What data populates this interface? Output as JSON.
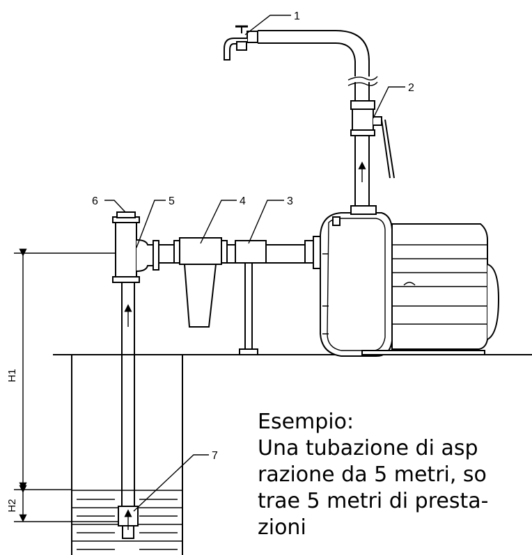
{
  "callouts": [
    "1",
    "2",
    "3",
    "4",
    "5",
    "6",
    "7"
  ],
  "dimensions": {
    "h1": "H1",
    "h2": "H2"
  },
  "example": {
    "title": "Esempio:",
    "lines": [
      "Una tubazione di asp",
      "razione da 5 metri, so",
      "trae 5 metri di presta-",
      "zioni"
    ]
  },
  "colors": {
    "line": "#000000",
    "water_lines": "#000000",
    "background": "#ffffff"
  }
}
